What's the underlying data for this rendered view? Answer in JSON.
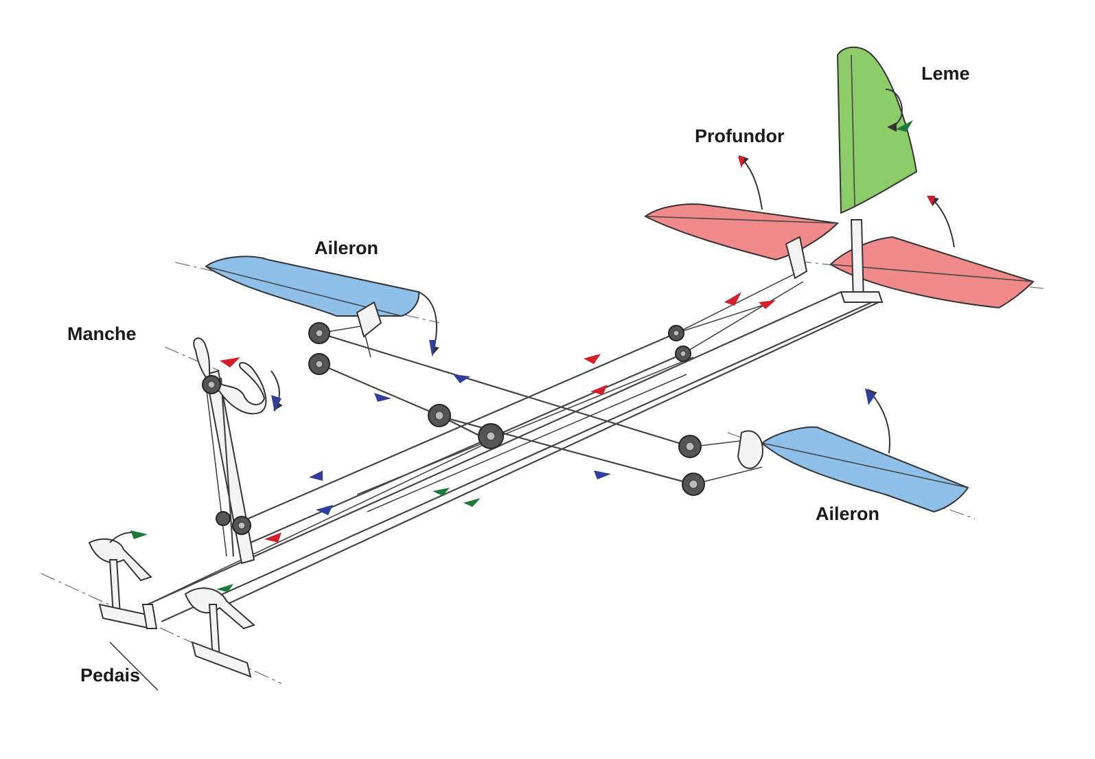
{
  "labels": {
    "leme": "Leme",
    "profundor": "Profundor",
    "aileron_left": "Aileron",
    "aileron_right": "Aileron",
    "manche": "Manche",
    "pedais": "Pedais"
  },
  "colors": {
    "aileron": "#8ec0ea",
    "elevator": "#f08a8a",
    "rudder": "#8ccd6a",
    "arrow_blue": "#2f3f9a",
    "arrow_red": "#d21f2a",
    "arrow_green": "#1d7a3a"
  }
}
